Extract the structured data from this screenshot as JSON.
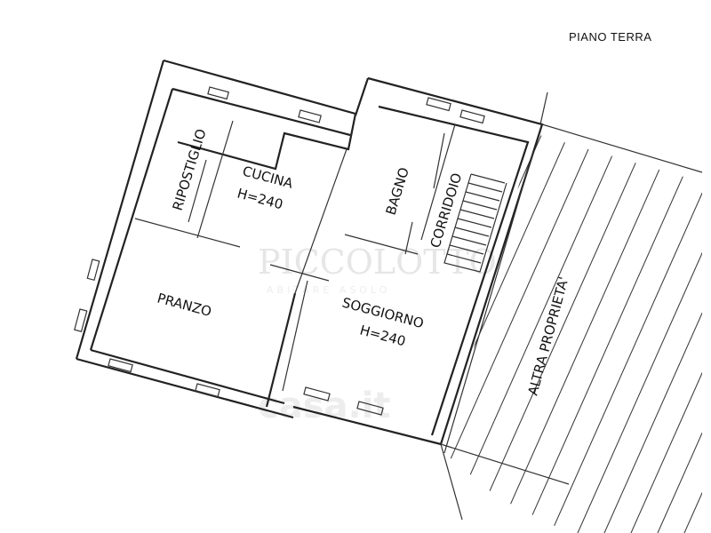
{
  "header": {
    "floor_label": "PIANO TERRA"
  },
  "rooms": {
    "ripostiglio": "RIPOSTIGLIO",
    "cucina": "CUCINA",
    "cucina_height": "H=240",
    "bagno": "BAGNO",
    "corridoio": "CORRIDOIO",
    "pranzo": "PRANZO",
    "soggiorno": "SOGGIORNO",
    "soggiorno_height": "H=240",
    "altra_proprieta": "ALTRA PROPRIETA'"
  },
  "watermarks": {
    "agency_name": "PICCOLOTTO",
    "agency_sub": "ABITARE ASOLO",
    "portal": "casa.it"
  }
}
